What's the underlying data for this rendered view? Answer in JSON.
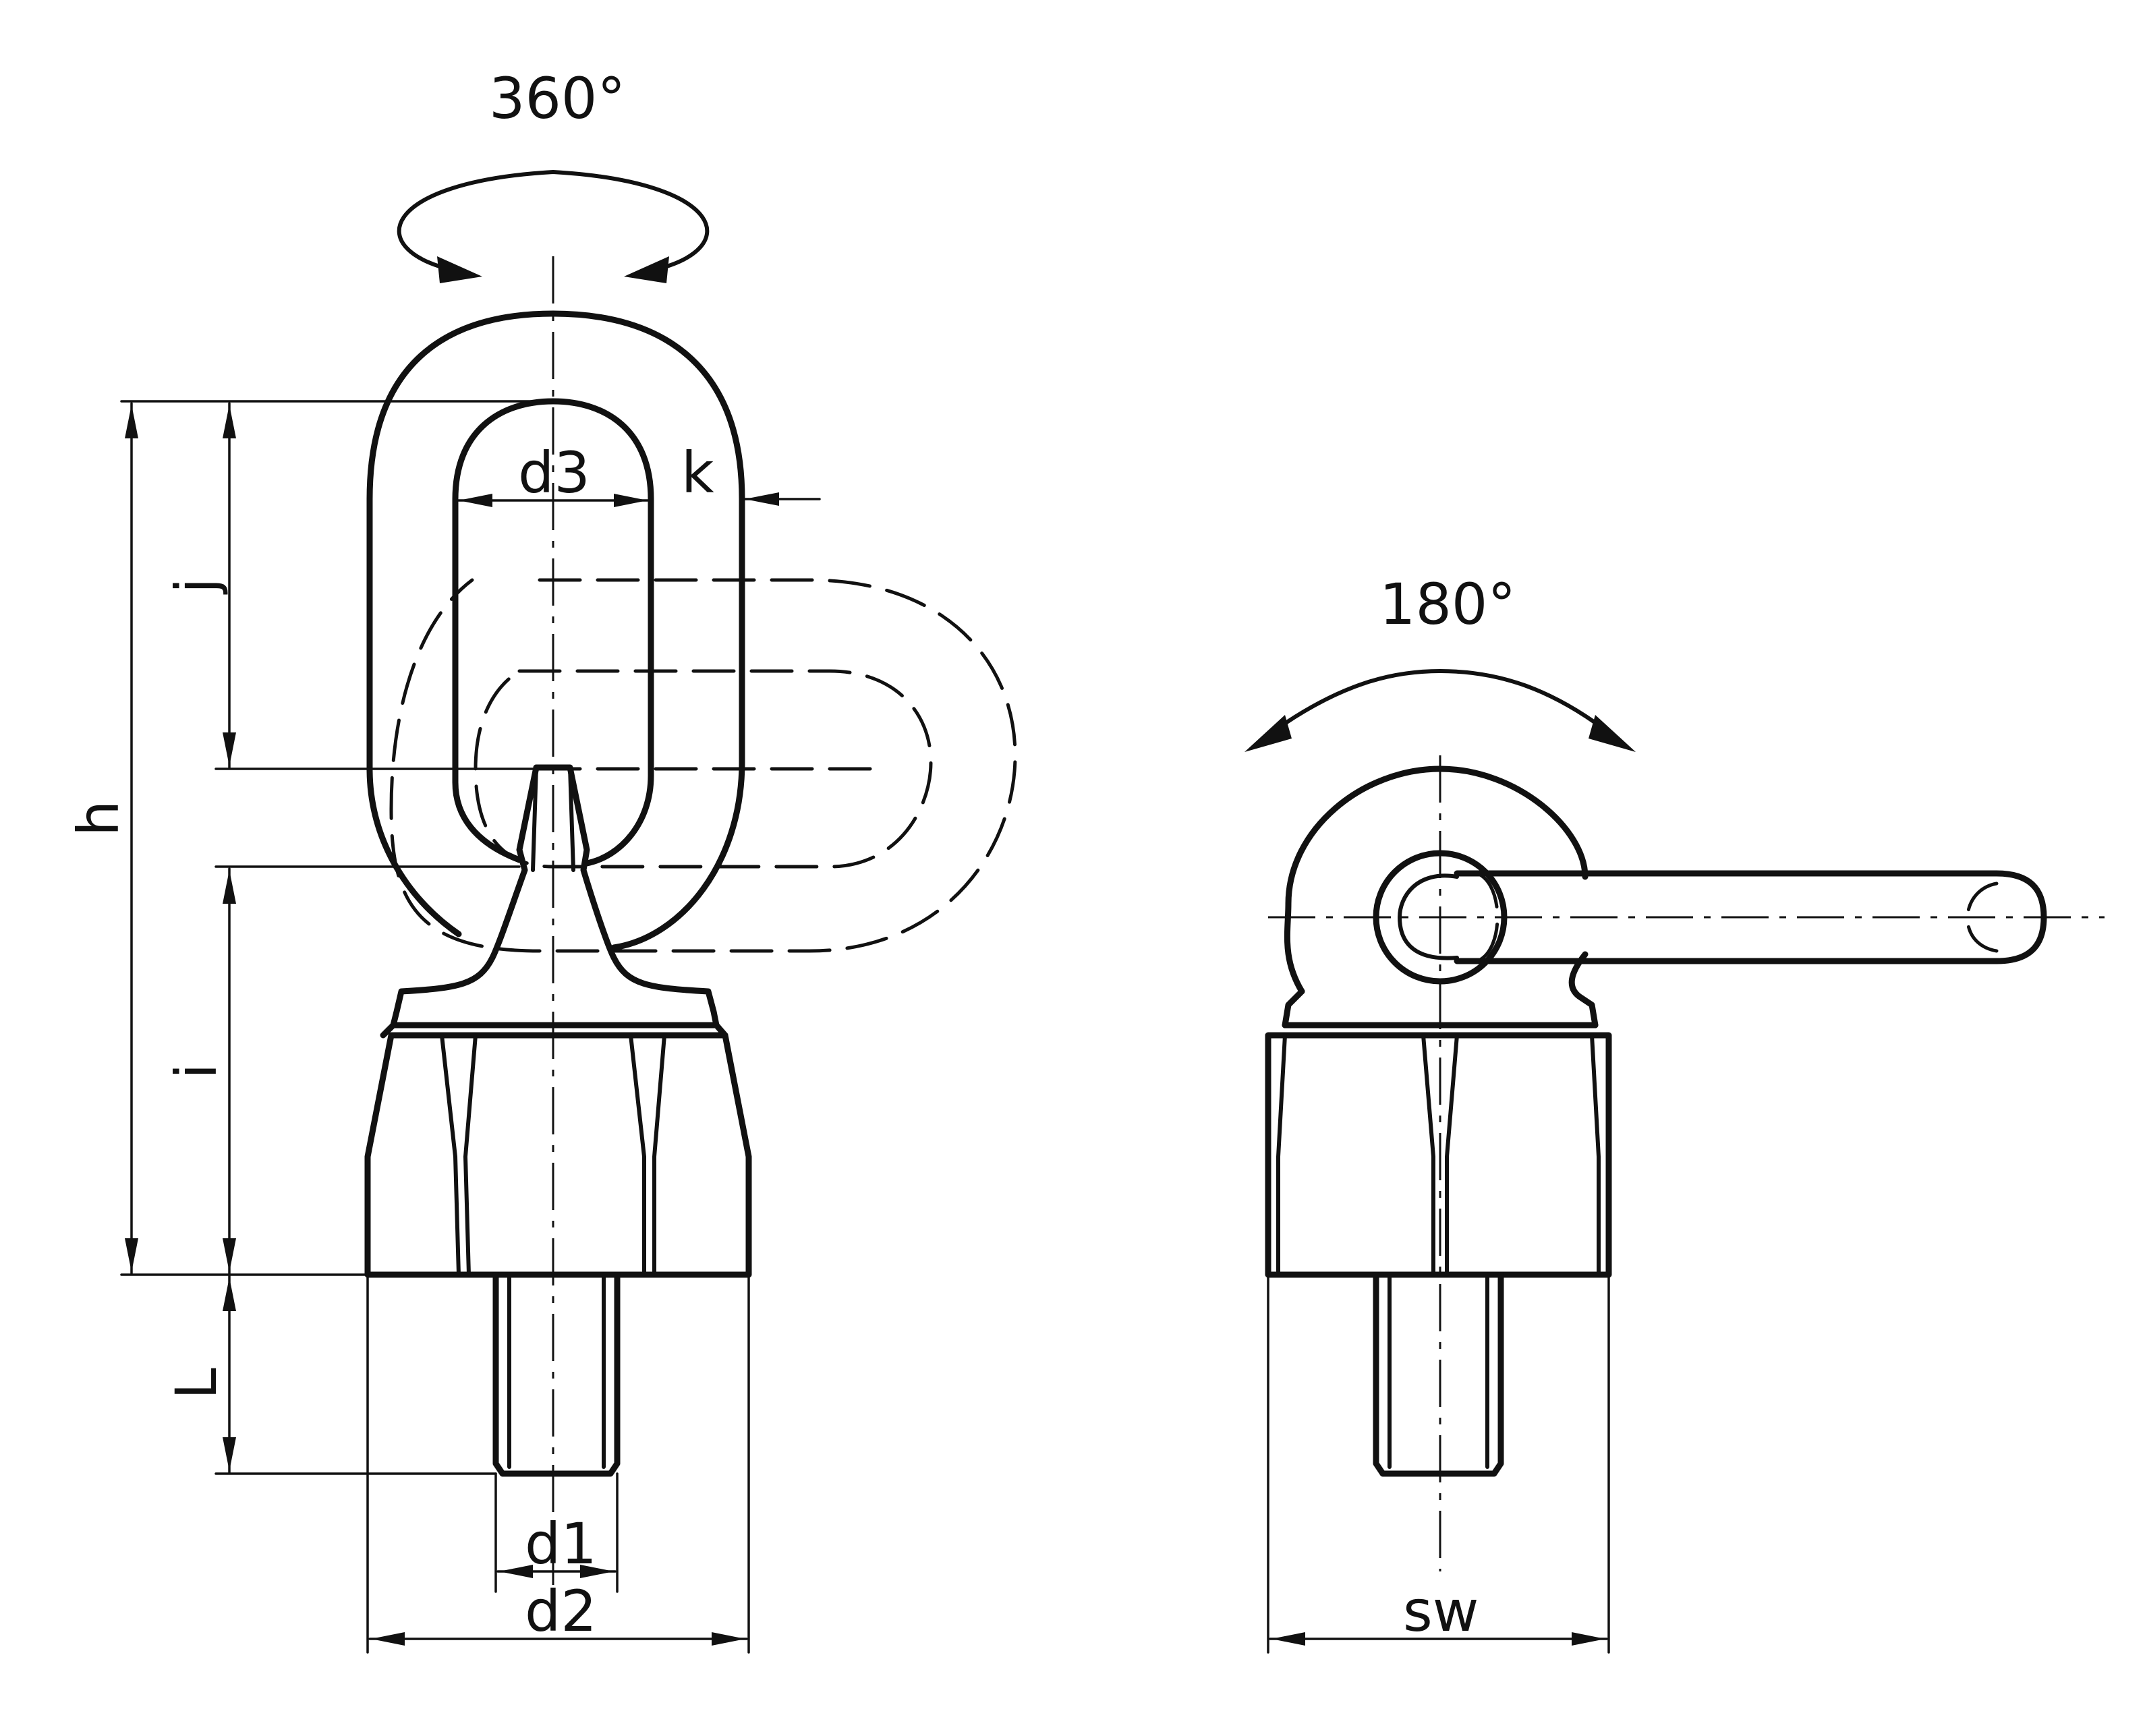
{
  "labels": {
    "rotation_vertical": "360°",
    "rotation_side": "180°",
    "d3": "d3",
    "k": "k",
    "j": "j",
    "h": "h",
    "i": "i",
    "L": "L",
    "d1": "d1",
    "d2": "d2",
    "sw": "sw"
  }
}
